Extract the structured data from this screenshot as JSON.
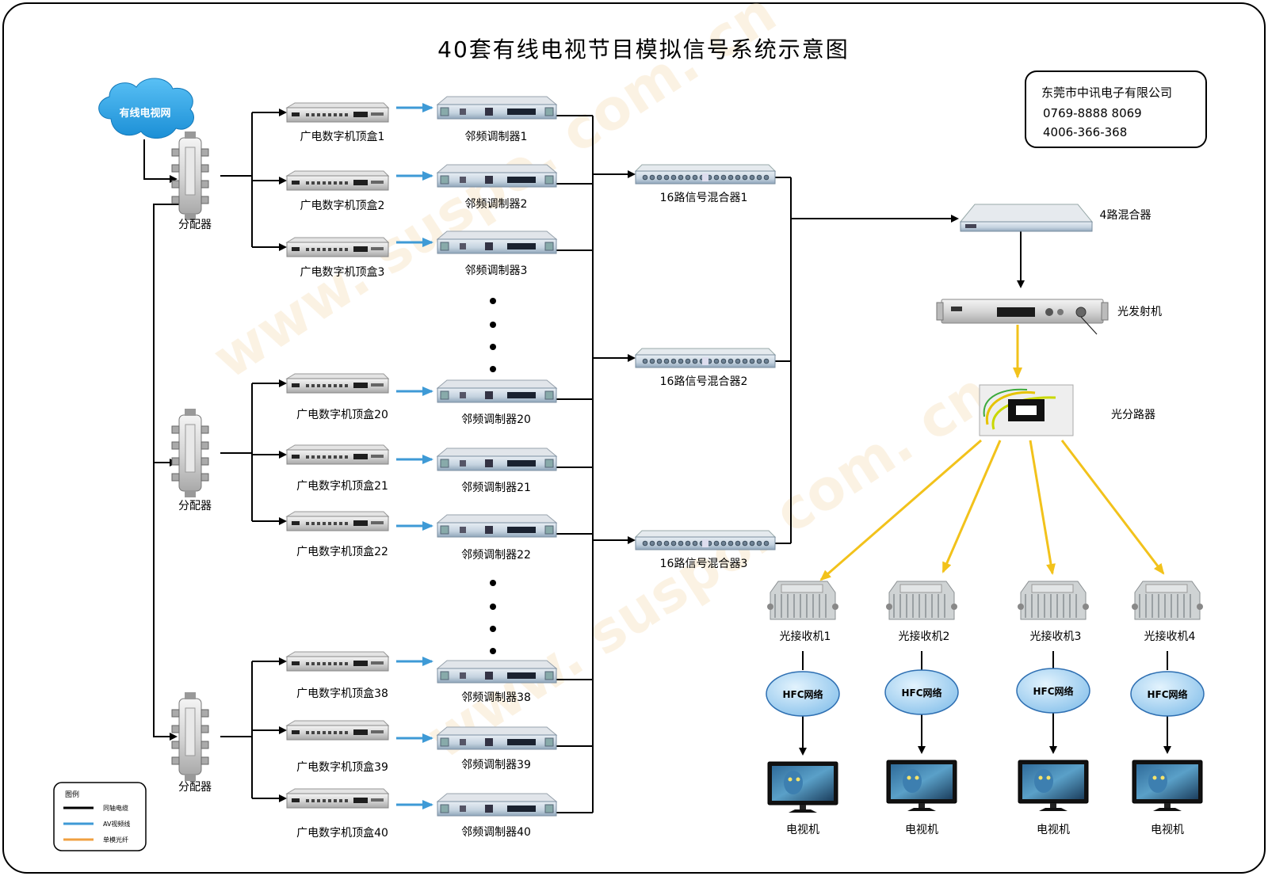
{
  "title": "40套有线电视节目模拟信号系统示意图",
  "company": {
    "name": "东莞市中讯电子有限公司",
    "phone": "0769-8888 8069",
    "hotline": "4006-366-368"
  },
  "watermark": "www. suspo. com. cn",
  "cloud_label": "有线电视网",
  "splitter_label": "分配器",
  "stb_labels": [
    "广电数字机顶盒1",
    "广电数字机顶盒2",
    "广电数字机顶盒3",
    "广电数字机顶盒20",
    "广电数字机顶盒21",
    "广电数字机顶盒22",
    "广电数字机顶盒38",
    "广电数字机顶盒39",
    "广电数字机顶盒40"
  ],
  "mod_labels": [
    "邻频调制器1",
    "邻频调制器2",
    "邻频调制器3",
    "邻频调制器20",
    "邻频调制器21",
    "邻频调制器22",
    "邻频调制器38",
    "邻频调制器39",
    "邻频调制器40"
  ],
  "combiner_labels": [
    "16路信号混合器1",
    "16路信号混合器2",
    "16路信号混合器3"
  ],
  "combiner4_label": "4路混合器",
  "transmitter_label": "光发射机",
  "optical_splitter_label": "光分路器",
  "receiver_labels": [
    "光接收机1",
    "光接收机2",
    "光接收机3",
    "光接收机4"
  ],
  "hfc_label": "HFC网络",
  "tv_label": "电视机",
  "legend": {
    "title": "图例",
    "items": [
      {
        "label": "同轴电缆",
        "color": "#000000"
      },
      {
        "label": "AV视频线",
        "color": "#3e9ad6"
      },
      {
        "label": "单模光纤",
        "color": "#f0a040"
      }
    ]
  },
  "colors": {
    "coax": "#000000",
    "av": "#3e9ad6",
    "fiber": "#f2c21b",
    "cloud": "#2b9fe0",
    "hfc": "#9ccdf0"
  }
}
